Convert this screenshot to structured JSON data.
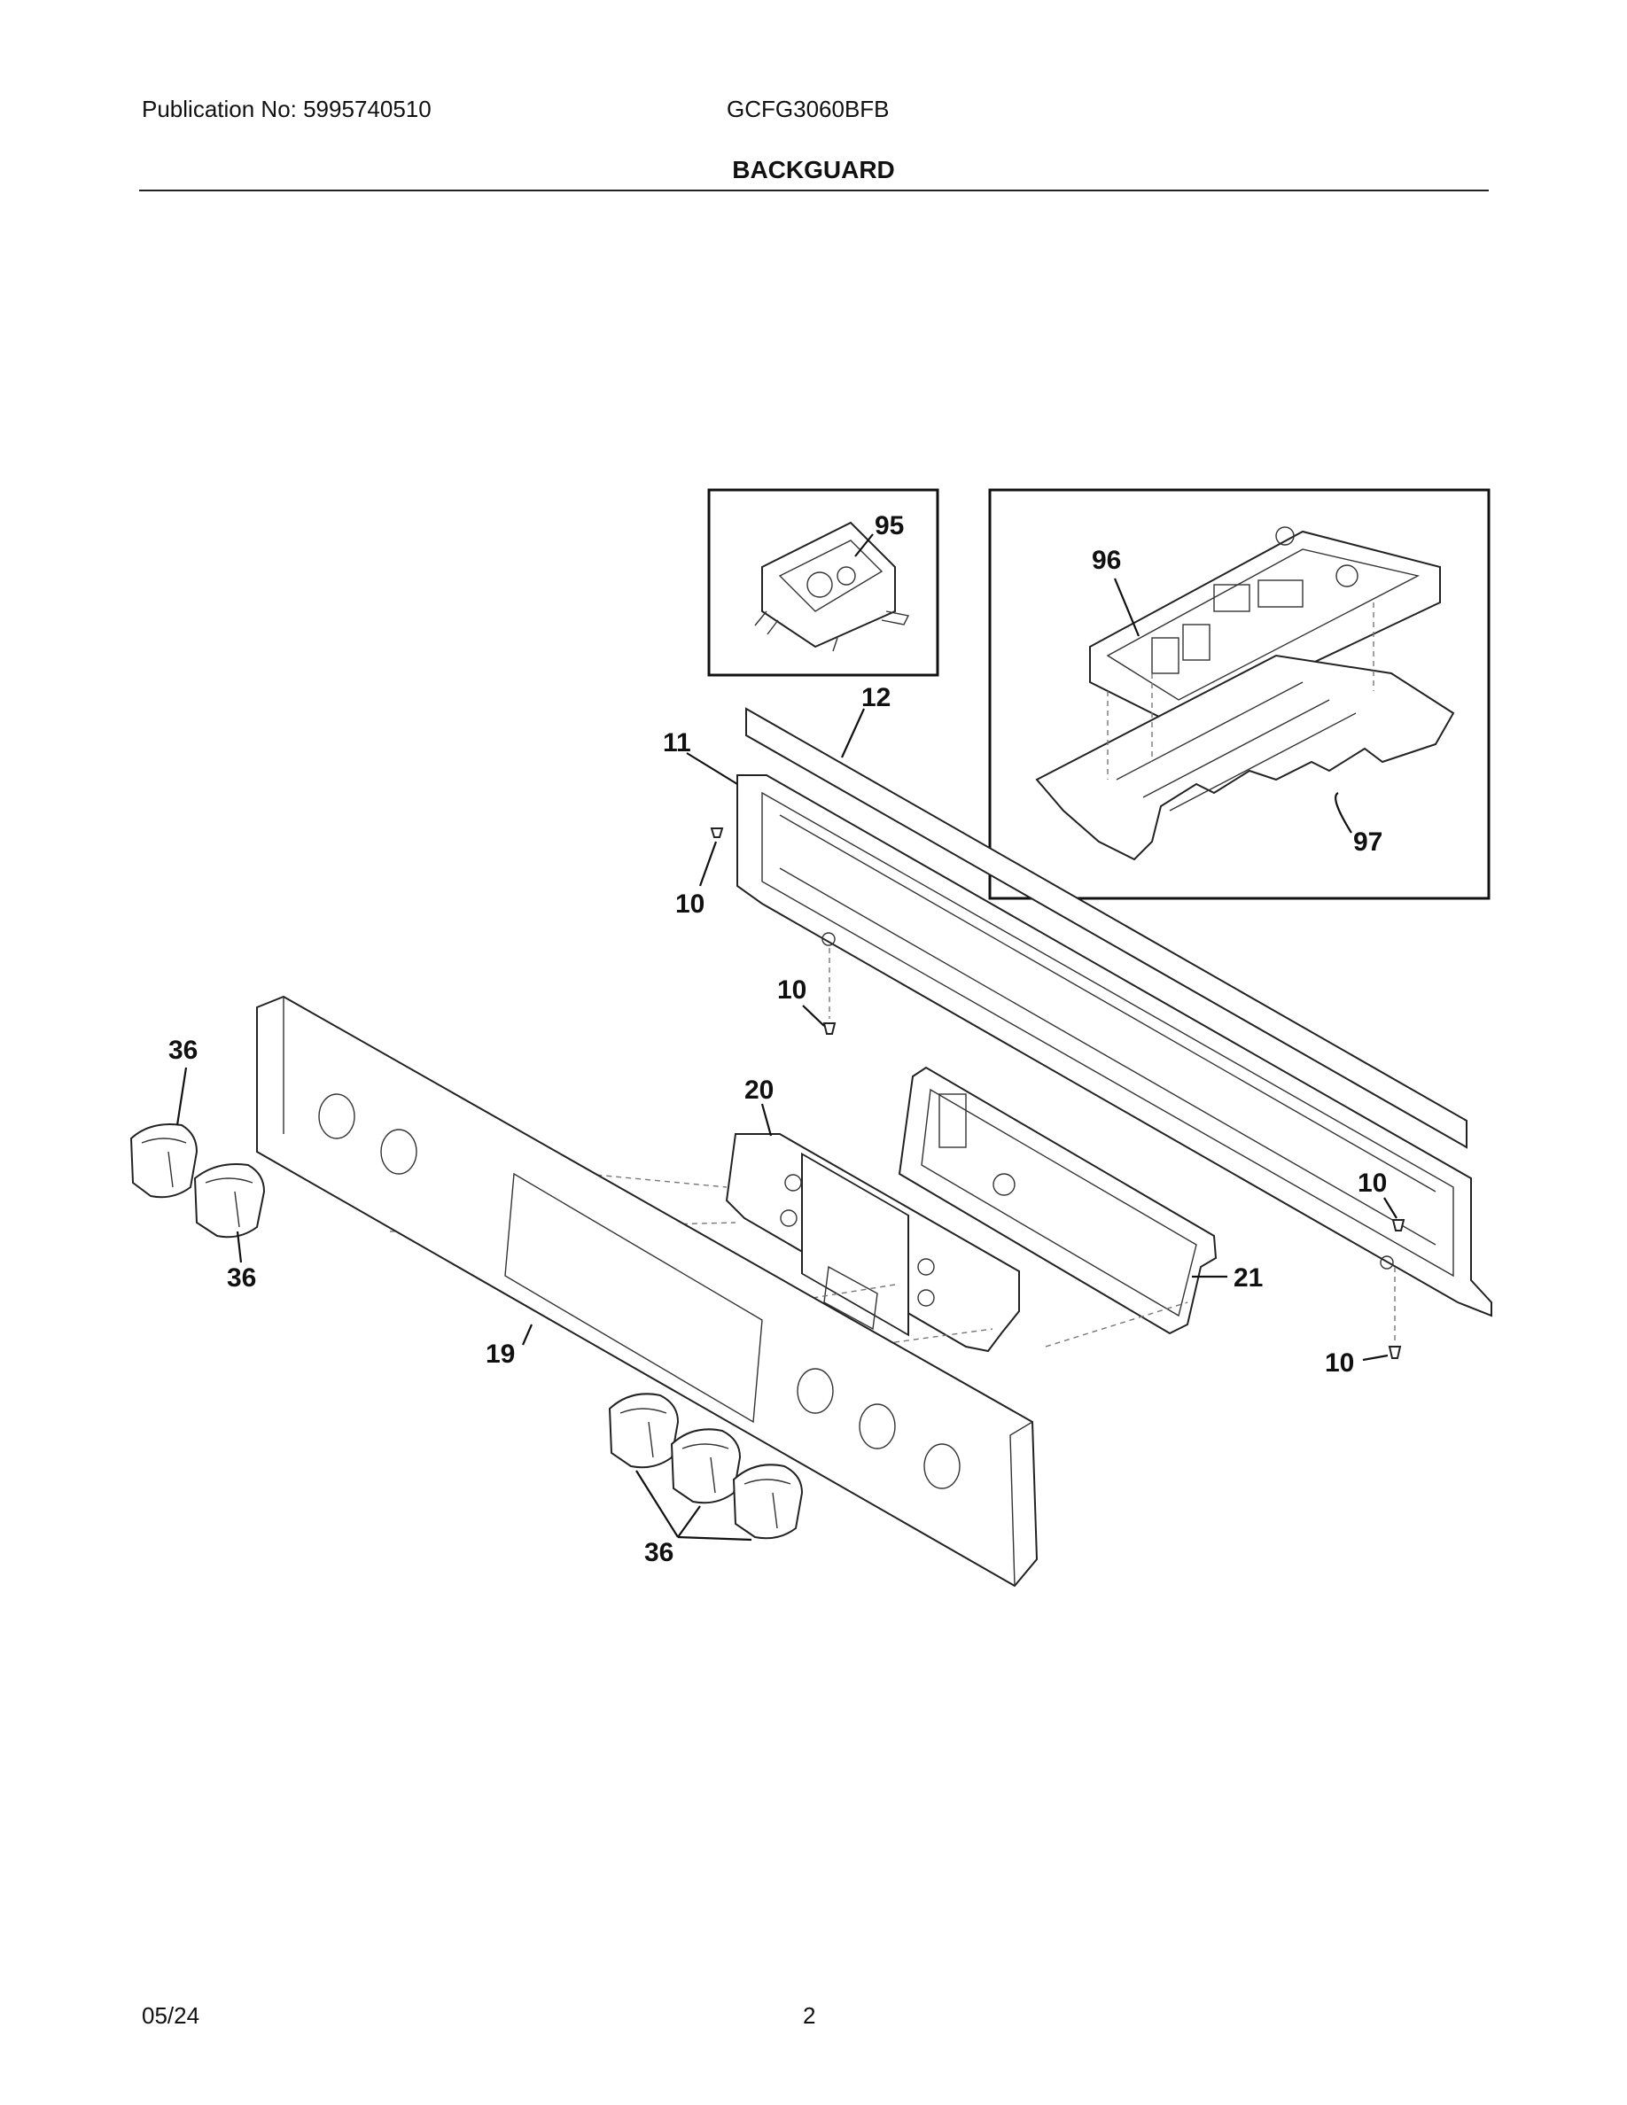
{
  "header": {
    "publication": "Publication No: 5995740510",
    "model": "GCFG3060BFB",
    "title": "BACKGUARD"
  },
  "footer": {
    "date": "05/24",
    "page": "2"
  },
  "callouts": {
    "c95": "95",
    "c96": "96",
    "c97": "97",
    "c12": "12",
    "c11": "11",
    "c10a": "10",
    "c10b": "10",
    "c10c": "10",
    "c10d": "10",
    "c36a": "36",
    "c36b": "36",
    "c36c": "36",
    "c20": "20",
    "c21": "21",
    "c19": "19"
  }
}
